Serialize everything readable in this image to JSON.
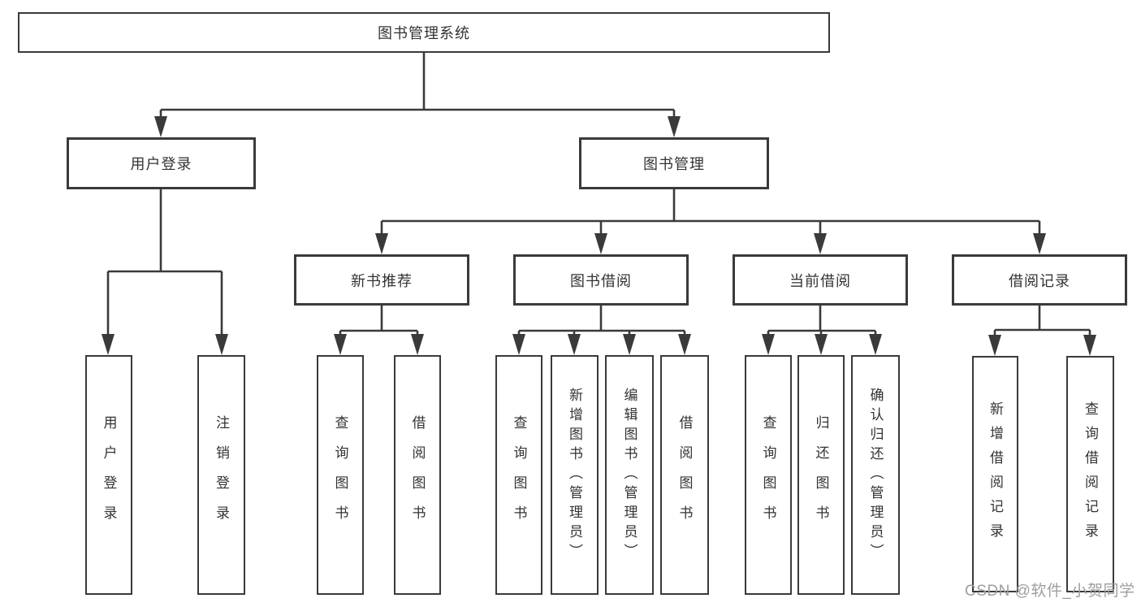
{
  "diagram": {
    "root": "图书管理系统",
    "branches": [
      {
        "label": "用户登录",
        "leaves": [
          "用户登录",
          "注销登录"
        ]
      },
      {
        "label": "图书管理",
        "children": [
          {
            "label": "新书推荐",
            "leaves": [
              "查询图书",
              "借阅图书"
            ]
          },
          {
            "label": "图书借阅",
            "leaves": [
              "查询图书",
              "新增图书（管理员）",
              "编辑图书（管理员）",
              "借阅图书"
            ]
          },
          {
            "label": "当前借阅",
            "leaves": [
              "查询图书",
              "归还图书",
              "确认归还（管理员）"
            ]
          },
          {
            "label": "借阅记录",
            "leaves": [
              "新增借阅记录",
              "查询借阅记录"
            ]
          }
        ]
      }
    ]
  },
  "watermark": {
    "text": "CSDN @软件_小贺同学"
  },
  "colors": {
    "line": "#3a3a3a",
    "text": "#333333",
    "watermark": "#9e9ea0",
    "background": "#ffffff"
  }
}
